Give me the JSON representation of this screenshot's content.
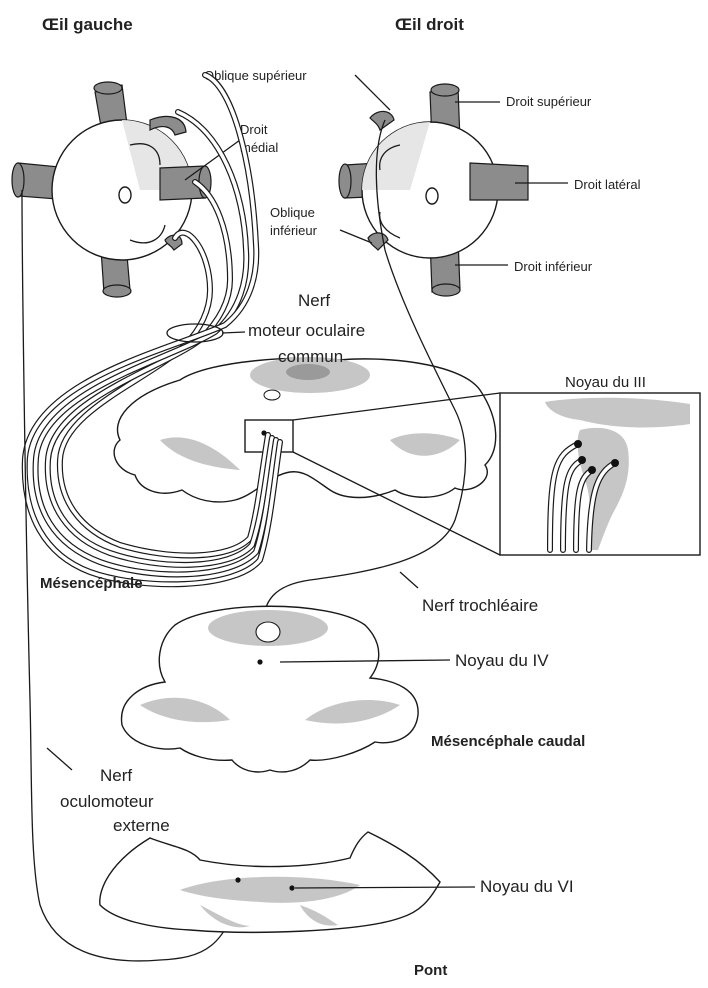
{
  "headings": {
    "left_eye": "Œil gauche",
    "right_eye": "Œil droit"
  },
  "muscles": {
    "superior_oblique": "Oblique supérieur",
    "superior_rectus": "Droit supérieur",
    "medial_rectus": [
      "Droit",
      "médial"
    ],
    "lateral_rectus": "Droit latéral",
    "inferior_oblique": [
      "Oblique",
      "inférieur"
    ],
    "inferior_rectus": "Droit inférieur"
  },
  "nerves": {
    "oculomotor": [
      "Nerf",
      "moteur oculaire",
      "commun"
    ],
    "trochlear": "Nerf trochléaire",
    "abducens": [
      "Nerf",
      "oculomoteur",
      "externe"
    ]
  },
  "nuclei": {
    "inset_title": "Noyau du III",
    "iv": "Noyau du IV",
    "vi": "Noyau du VI"
  },
  "sections": {
    "midbrain": "Mésencéphale",
    "caudal_midbrain": "Mésencéphale caudal",
    "pons": "Pont"
  },
  "colors": {
    "line": "#1a1a1a",
    "shade": "#c6c6c6",
    "muscle": "#8c8c8c"
  }
}
